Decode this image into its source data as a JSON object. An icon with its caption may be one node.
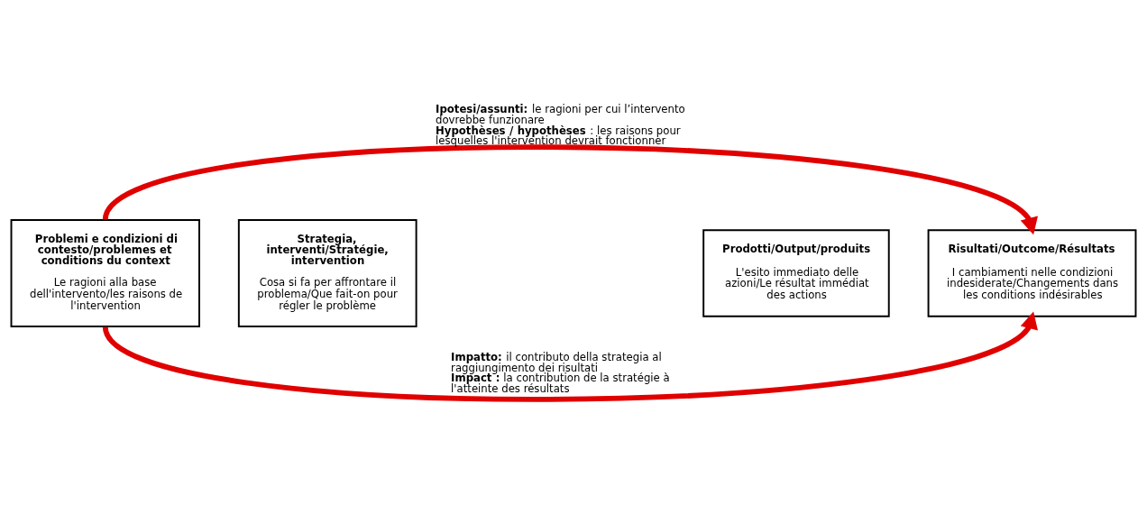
{
  "diagram": {
    "nodes": [
      {
        "text": [
          "Problemi e condizioni di contesto/problemes et conditions du context",
          "Le ragioni alla base dell'intervento/les raisons de l'intervention"
        ]
      },
      {
        "text": [
          "Strategia, interventi/Stratégie, intervention",
          "Cosa si fa per affrontare il problema/Que fait-on pour régler le problème"
        ]
      },
      {
        "text": [
          "Prodotti/Output/produits",
          "L'esito immediato delle azioni/Le résultat immédiat des actions"
        ]
      },
      {
        "text": [
          "Risultati/Outcome/Résultats",
          "I cambiamenti nelle condizioni indesiderate/Changements dans les conditions indésirables"
        ]
      }
    ],
    "edges": [
      {
        "from": 0,
        "to": 3,
        "arrow": "to",
        "label": "**Ipotesi/assunti:** le ragioni per cui l’intervento dovrebbe funzionare **Hypothèses / hypothèses** : les raisons pour lesquelles l'intervention devrait fonctionner"
      },
      {
        "from": 0,
        "to": 3,
        "arrow": "to",
        "label": "**Impatto:** il contributo della strategia al raggiungimento dei risultati **Impact :** la contribution de la stratégie à l'atteinte des résultats"
      }
    ]
  }
}
